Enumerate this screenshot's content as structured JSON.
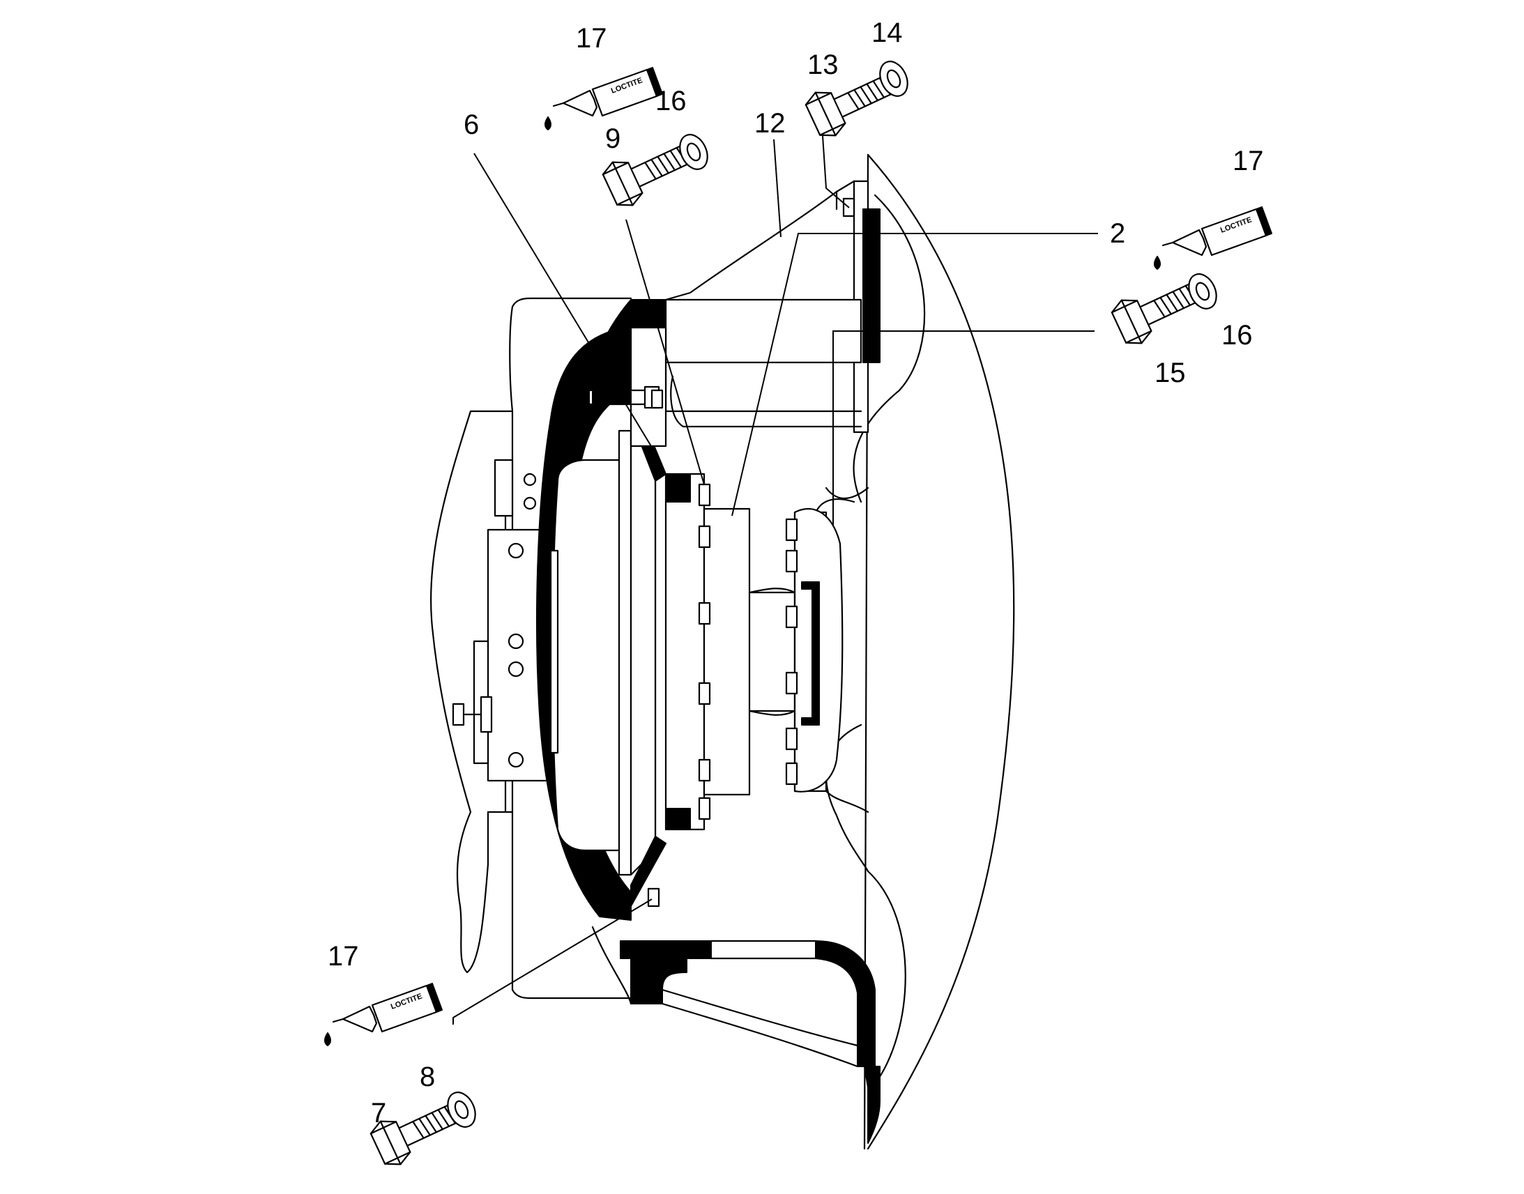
{
  "callouts": {
    "c2": "2",
    "c6": "6",
    "c7": "7",
    "c8": "8",
    "c9": "9",
    "c12": "12",
    "c13": "13",
    "c14": "14",
    "c15": "15",
    "c16a": "16",
    "c16b": "16",
    "c17a": "17",
    "c17b": "17",
    "c17c": "17"
  },
  "tube_label": "LOCTITE",
  "colors": {
    "line": "#000000",
    "background": "#ffffff"
  },
  "icons": {
    "bolt": "hex-bolt-icon",
    "washer": "washer-icon",
    "adhesive": "loctite-tube-icon"
  }
}
